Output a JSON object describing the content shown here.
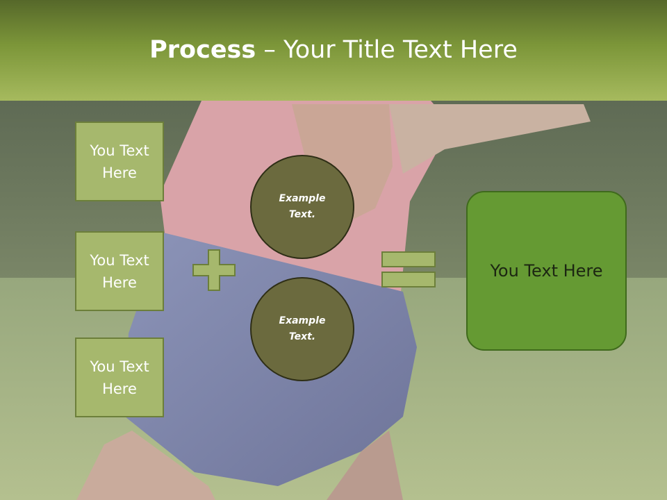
{
  "header": {
    "title_bold": "Process",
    "title_rest": " – Your Title Text Here"
  },
  "steps": [
    {
      "label": "You Text\nHere"
    },
    {
      "label": "You Text\nHere"
    },
    {
      "label": "You Text\nHere"
    }
  ],
  "circles": [
    {
      "label": "Example\nText."
    },
    {
      "label": "Example\nText."
    }
  ],
  "result": {
    "label": "You Text Here"
  },
  "icons": {
    "plus": "plus-icon",
    "equals": "equals-icon"
  },
  "colors": {
    "header_green": "#7c9639",
    "box_fill": "#a6b86d",
    "circle_fill": "#6b6a3e",
    "result_fill": "#659a33"
  }
}
